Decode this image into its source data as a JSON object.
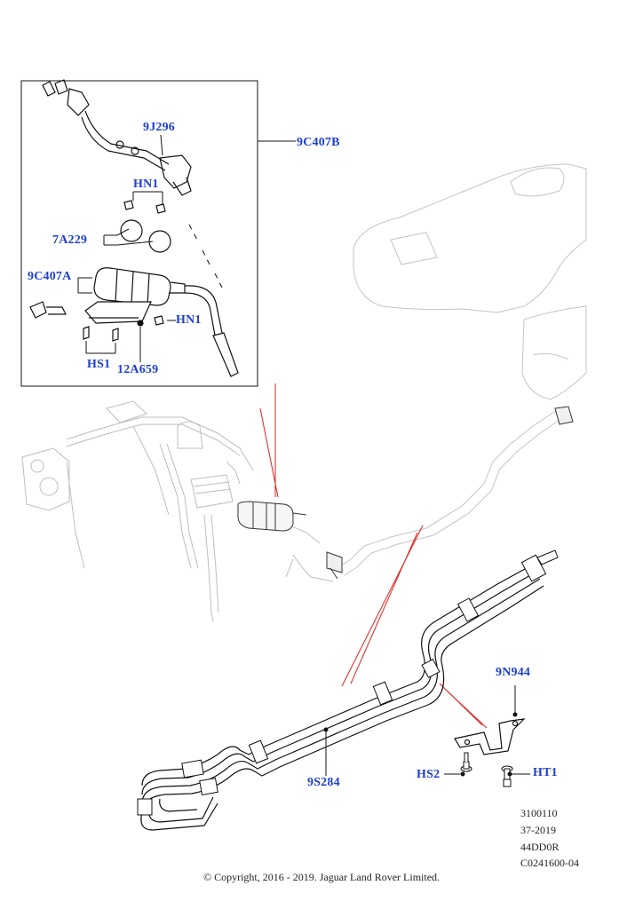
{
  "diagram": {
    "callouts": {
      "c9J296": "9J296",
      "c9C407B": "9C407B",
      "cHN1a": "HN1",
      "c7A229": "7A229",
      "c9C407A": "9C407A",
      "cHN1b": "HN1",
      "cHS1": "HS1",
      "c12A659": "12A659",
      "c9N944": "9N944",
      "c9S284": "9S284",
      "cHS2": "HS2",
      "cHT1": "HT1"
    },
    "meta": [
      "3100110",
      "37-2019",
      "44DD0R",
      "C0241600-04"
    ],
    "copyright": "© Copyright, 2016 - 2019. Jaguar Land Rover Limited.",
    "colors": {
      "callout": "#1e3fd0",
      "leader_red": "#e02020",
      "line_dark": "#111111",
      "line_light": "#bbbbbb"
    }
  }
}
